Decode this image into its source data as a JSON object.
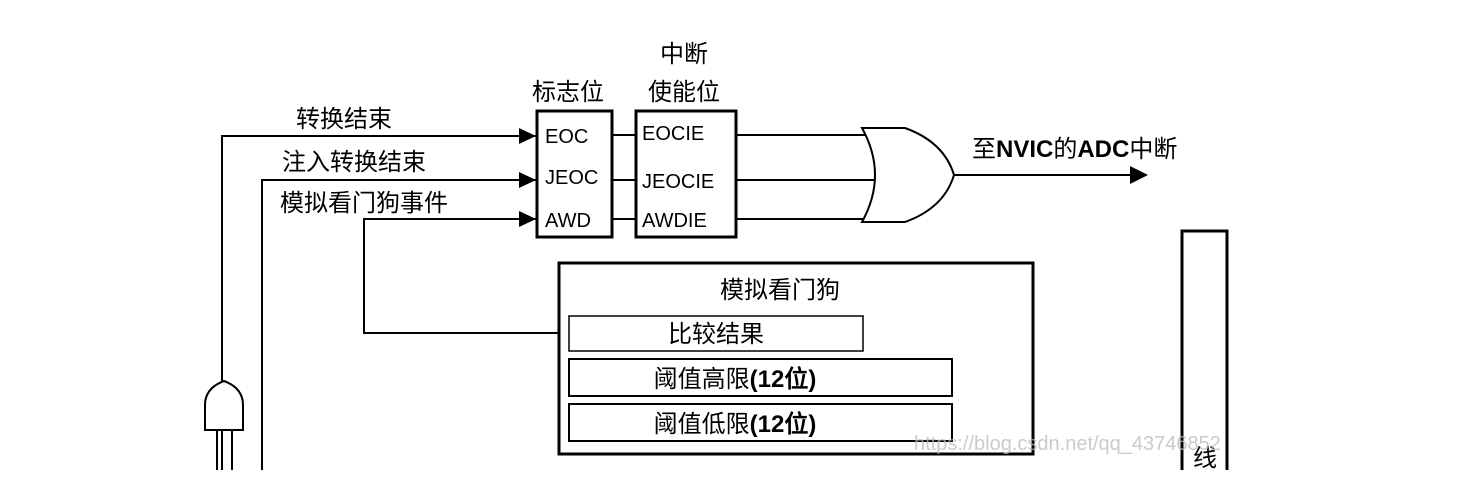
{
  "headers": {
    "flag_bits": "标志位",
    "interrupt_line1": "中断",
    "interrupt_line2": "使能位"
  },
  "signals": {
    "conversion_end": "转换结束",
    "injected_conversion_end": "注入转换结束",
    "watchdog_event": "模拟看门狗事件"
  },
  "flag_box": [
    "EOC",
    "JEOC",
    "AWD"
  ],
  "enable_box": [
    "EOCIE",
    "JEOCIE",
    "AWDIE"
  ],
  "output": {
    "prefix": "至",
    "nvic": "NVIC",
    "mid": "的",
    "adc": "ADC",
    "suffix": "中断"
  },
  "watchdog": {
    "title": "模拟看门狗",
    "compare_result": "比较结果",
    "high_threshold_label": "阈值高限",
    "high_threshold_bits": "(12位)",
    "low_threshold_label": "阈值低限",
    "low_threshold_bits": "(12位)"
  },
  "right_partial_label": "线",
  "watermark": "https://blog.csdn.net/qq_43746852"
}
